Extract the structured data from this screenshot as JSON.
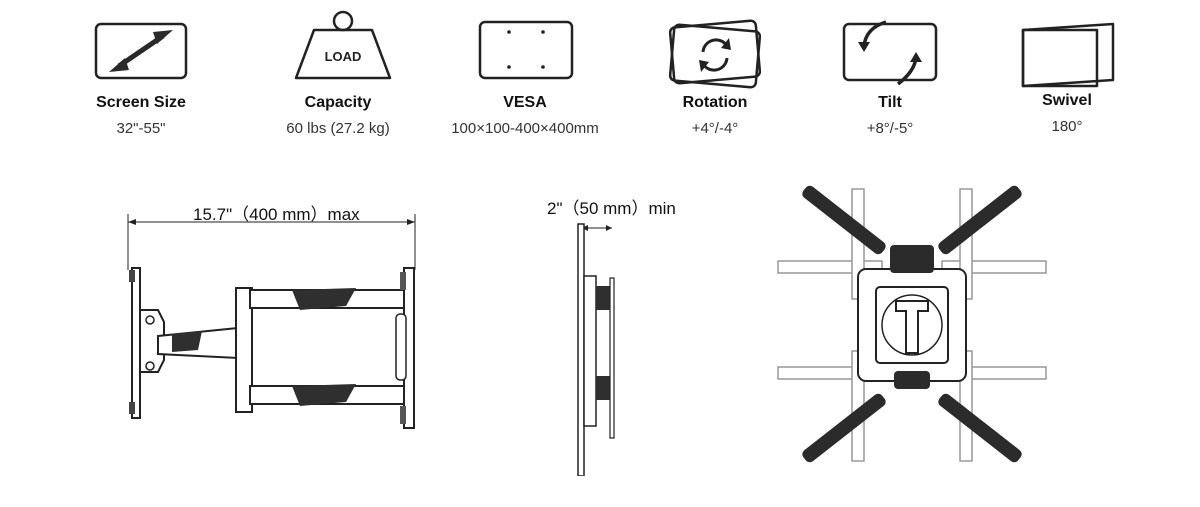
{
  "specs": [
    {
      "label": "Screen Size",
      "value": "32\"-55\"",
      "icon": "diagonal-arrow-icon"
    },
    {
      "label": "Capacity",
      "value": "60 lbs (27.2 kg)",
      "icon": "load-weight-icon",
      "icon_text": "LOAD"
    },
    {
      "label": "VESA",
      "value": "100×100-400×400mm",
      "icon": "vesa-pattern-icon"
    },
    {
      "label": "Rotation",
      "value": "+4°/-4°",
      "icon": "rotation-arrows-icon"
    },
    {
      "label": "Tilt",
      "value": "+8°/-5°",
      "icon": "tilt-arrows-icon"
    },
    {
      "label": "Swivel",
      "value": "180°",
      "icon": "swivel-panels-icon"
    }
  ],
  "dimensions": {
    "extension": "15.7\"（400 mm）max",
    "profile": "2\"（50 mm）min"
  },
  "colors": {
    "line": "#222222",
    "panel": "#3a3a3a",
    "gray": "#999999"
  }
}
